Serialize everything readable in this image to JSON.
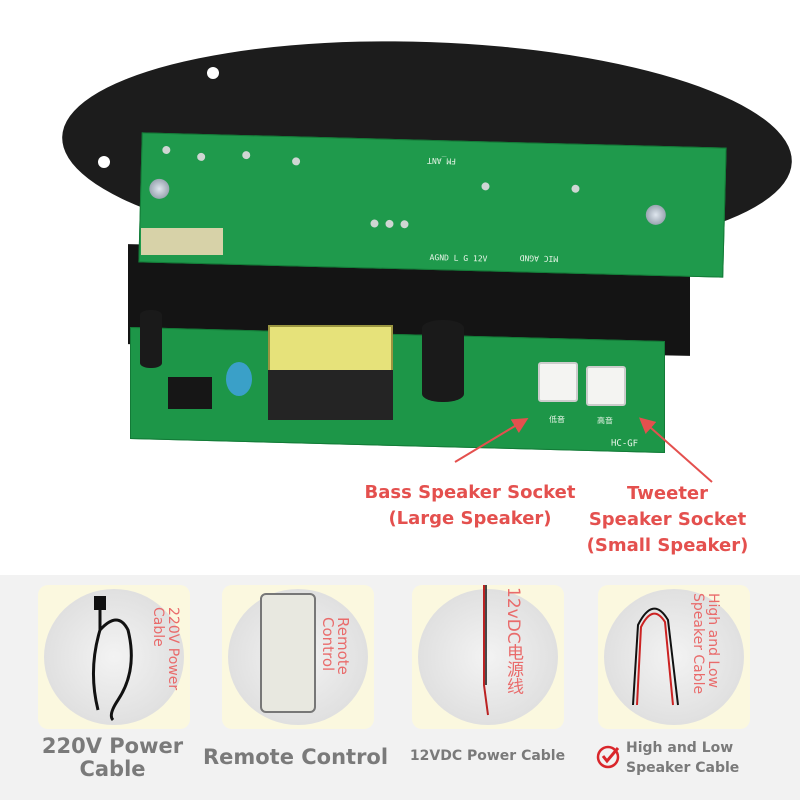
{
  "pcb_labels": {
    "fm_ant": "FM_ANT",
    "power_pins": "AGND L G 12V",
    "mic_pins": "MIC AGND",
    "model": "HC-GF",
    "bass_socket": "低音",
    "tweeter_socket": "高音"
  },
  "annotations": {
    "bass": [
      "Bass Speaker Socket",
      "(Large Speaker)"
    ],
    "tweeter": [
      "Tweeter",
      "Speaker Socket",
      "(Small Speaker)"
    ]
  },
  "accessories": [
    {
      "photo_text": "220V Power Cable",
      "caption": "220V Power Cable"
    },
    {
      "photo_text": "Remote Control",
      "caption": "Remote Control"
    },
    {
      "photo_text": "12vDC电源线",
      "caption": "12VDC Power Cable"
    },
    {
      "photo_text": "High and Low Speaker Cable",
      "caption": "High and Low Speaker Cable",
      "icon": "check-circle-icon"
    }
  ],
  "colors": {
    "annotation": "#e4504e",
    "pcb": "#1f9a4c",
    "caption": "#7a7a7a",
    "check": "#d9262b"
  }
}
